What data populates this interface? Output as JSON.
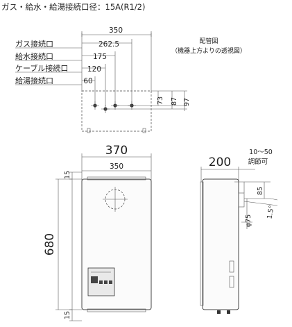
{
  "title": "ガス・給水・給湯接続口径：15A(R1/2)",
  "ports": {
    "gas": "ガス接続口",
    "water_in": "給水接続口",
    "cable": "ケーブル接続口",
    "hot_water": "給湯接続口"
  },
  "piping_note": {
    "title": "配管図",
    "subtitle": "（機器上方よりの透視図）"
  },
  "top_dims": {
    "w350": "350",
    "d262": "262.5",
    "d175": "175",
    "d120": "120",
    "d60": "60",
    "v73": "73",
    "v87": "87",
    "v97": "97"
  },
  "front_dims": {
    "overall_width": "370",
    "inner_width": "350",
    "top_margin": "15",
    "height": "680",
    "bottom_margin": "15"
  },
  "side_dims": {
    "depth": "200",
    "adjust_range": "10〜50",
    "adjust_label": "調節可",
    "flue_offset": "85",
    "flue_diameter": "φ75",
    "slope": "1.5°"
  }
}
